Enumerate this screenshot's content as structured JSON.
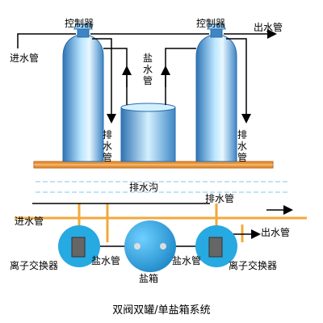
{
  "top": {
    "controller_left": "控制器",
    "controller_right": "控制器",
    "inlet": "进水管",
    "outlet": "出水管",
    "brine_pipe": "盐水管",
    "drain_left": "排水管",
    "drain_right": "排水管",
    "drain_trench": "排水沟"
  },
  "bottom": {
    "inlet": "进水管",
    "outlet": "出水管",
    "drain": "排水管",
    "exchanger_left": "离子交换器",
    "exchanger_right": "离子交换器",
    "brine_pipe_left": "盐水管",
    "brine_pipe_right": "盐水管",
    "salt_box": "盐箱"
  },
  "caption": "双阀双罐/单盐箱系统",
  "colors": {
    "tank_gradient": [
      "#2f74b4",
      "#9fd7ff",
      "#e6f7ff"
    ],
    "platform": "#e8943a",
    "pipe_orange": "#f2a93b",
    "ground_blue": "#27a9e1",
    "water_line": "#bfe3f7"
  }
}
